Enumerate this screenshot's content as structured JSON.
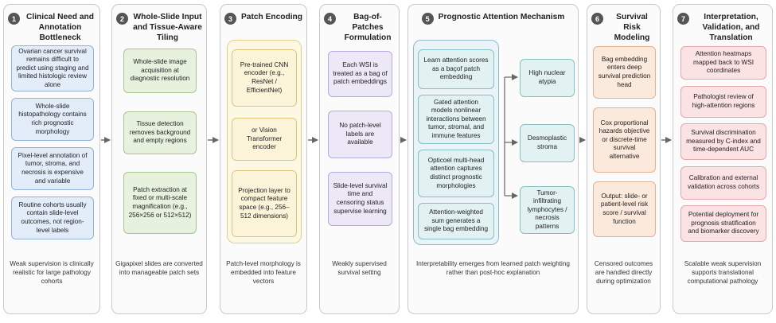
{
  "panels": [
    {
      "num": "1",
      "title": "Clinical Need and Annotation Bottleneck",
      "boxes": [
        "Ovarian cancer survival remains difficult to predict using staging and limited histologic review alone",
        "Whole-slide histopathology contains rich prognostic morphology",
        "Pixel-level annotation of tumor, stroma, and necrosis is expensive and variable",
        "Routine cohorts usually contain slide-level outcomes, not region-level labels"
      ],
      "footer": "Weak supervision is clinically realistic for large pathology cohorts"
    },
    {
      "num": "2",
      "title": "Whole-Slide Input and Tissue-Aware Tiling",
      "boxes": [
        "Whole-slide image acquisition at diagnostic resolution",
        "Tissue detection removes background and empty regions",
        "Patch extraction at fixed or multi-scale magnification (e.g., 256×256 or 512×512)"
      ],
      "footer": "Gigapixel slides are converted into manageable patch sets"
    },
    {
      "num": "3",
      "title": "Patch Encoding",
      "boxes": [
        "Pre-trained CNN encoder (e.g., ResNet / EfficientNet)",
        "or Vision Transformer encoder",
        "Projection layer to compact feature space (e.g., 256–512 dimensions)"
      ],
      "footer": "Patch-level morphology is embedded into feature vectors"
    },
    {
      "num": "4",
      "title": "Bag-of-Patches Formulation",
      "boxes": [
        "Each WSI is treated as a bag of patch embeddings",
        "No patch-level labels are available",
        "Slide-level survival time and censoring status supervise learning"
      ],
      "footer": "Weakly supervised survival setting"
    },
    {
      "num": "5",
      "title": "Prognostic Attention Mechanism",
      "boxes": [
        "Learn attention scores as a baçof patch embedding",
        "Gated attention models nonlinear interactions between tumor, stromal, and immune features",
        "Opticoel multi-head attention captures distinct prognostic morphologies",
        "Attention-weighted sum generates a single bag embedding"
      ],
      "outputs": [
        "High nuclear atypia",
        "Desmoplastic stroma",
        "Tumor-infiltrating lymphocytes / necrosis patterns"
      ],
      "footer": "Interpretability emerges from learned patch weighting rather than post-hoc explanation"
    },
    {
      "num": "6",
      "title": "Survival Risk Modeling",
      "boxes": [
        "Bag embedding enters deep survival prediction head",
        "Cox proportional hazards objective or discrete-time survival alternative",
        "Output: slide- or patient-level risk score / survival function"
      ],
      "footer": "Censored outcomes are handled directly during optimization"
    },
    {
      "num": "7",
      "title": "Interpretation, Validation, and Translation",
      "boxes": [
        "Attention heatmaps mapped back to WSI coordinates",
        "Pathologist review of high-attention regions",
        "Survival discrimination measured by C-index and time-dependent AUC",
        "Calibration and external validation across cohorts",
        "Potential deployment for prognosis stratification and biomarker discovery"
      ],
      "footer": "Scalable weak supervision supports translational computational pathology"
    }
  ],
  "colors": {
    "arrow": "#666666",
    "panel_border": "#c9c9c9",
    "badge": "#555555"
  }
}
